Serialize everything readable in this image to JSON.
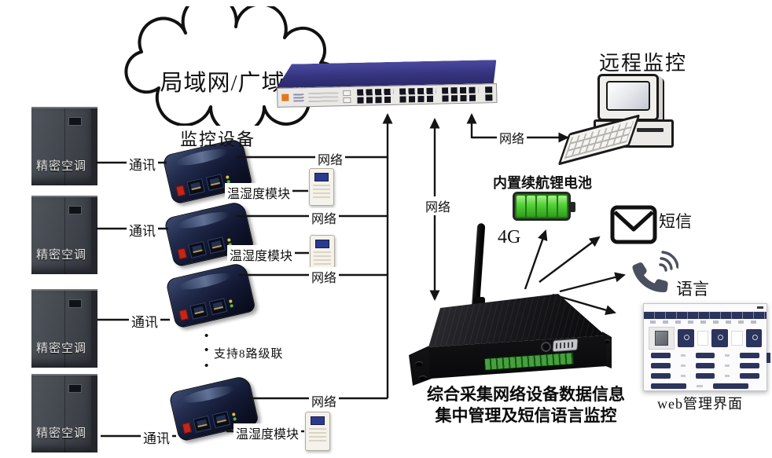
{
  "cloud": {
    "label": "局域网/广域网"
  },
  "remote": {
    "label": "远程监控"
  },
  "monitoring": {
    "title": "监控设备",
    "cascade_note": "支持8路级联",
    "bullet": "•"
  },
  "cabinet": {
    "label": "精密空调"
  },
  "links": {
    "comm": "通讯",
    "network": "网络",
    "sensor": "温湿度模块"
  },
  "gateway": {
    "wireless_label": "4G",
    "battery_label": "内置续航锂电池",
    "sms_label": "短信",
    "voice_label": "语言",
    "web_caption": "web管理界面"
  },
  "caption": {
    "line1": "综合采集网络设备数据信息",
    "line2": "集中管理及短信语言监控"
  },
  "colors": {
    "line": "#141414",
    "switch_navy": "#35347e",
    "battery_green": "#52cf35",
    "web_navy": "#2b345c",
    "phone_gray": "#4b5060",
    "cabinet_gray": "#42464d",
    "device_navy": "#151b30",
    "port_red": "#c1271c",
    "logo_orange": "#e07820"
  }
}
